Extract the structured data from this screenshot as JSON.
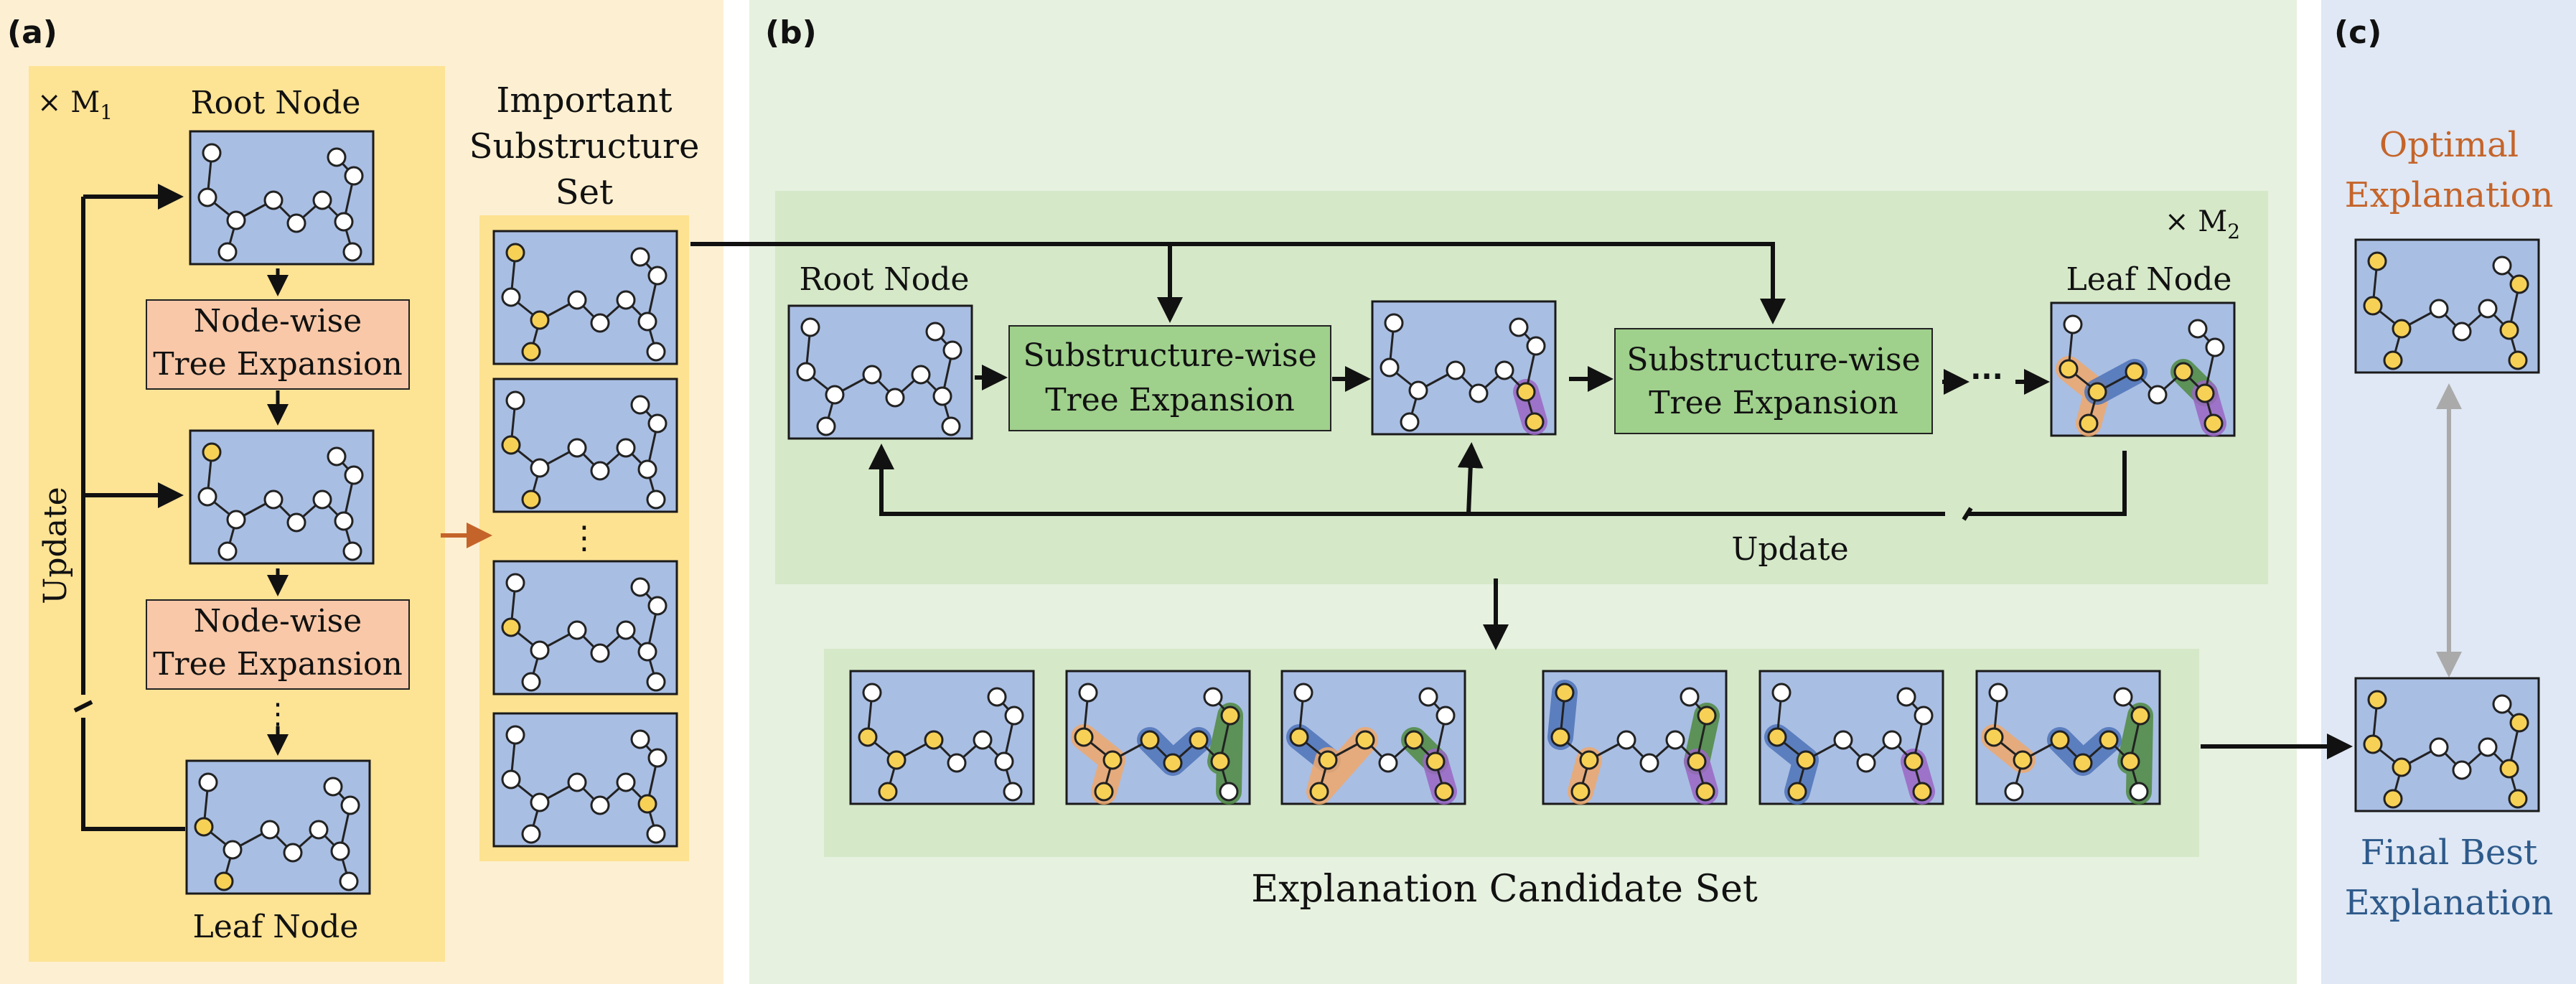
{
  "panels": {
    "a": {
      "label": "(a)",
      "multiplier": "× M",
      "multiplier_sub": "1",
      "root_node": "Root Node",
      "leaf_node": "Leaf Node",
      "expansion_line1": "Node-wise",
      "expansion_line2": "Tree Expansion",
      "update": "Update",
      "set_title_line1": "Important",
      "set_title_line2": "Substructure",
      "set_title_line3": "Set"
    },
    "b": {
      "label": "(b)",
      "multiplier": "× M",
      "multiplier_sub": "2",
      "root_node": "Root Node",
      "leaf_node": "Leaf Node",
      "expansion_line1": "Substructure-wise",
      "expansion_line2": "Tree Expansion",
      "update": "Update",
      "candidate_set": "Explanation Candidate Set"
    },
    "c": {
      "label": "(c)",
      "optimal_line1": "Optimal",
      "optimal_line2": "Explanation",
      "final_line1": "Final  Best",
      "final_line2": "Explanation"
    }
  },
  "colors": {
    "panel_a_bg": "#fdf0d2",
    "panel_a_inner": "#fde08a",
    "panel_b_bg": "#e6f1df",
    "panel_b_inner": "#d5e8c8",
    "panel_c_bg": "#dfe8f4",
    "graph_box": "#a9bee3",
    "expansion_a": "#f8c8a8",
    "expansion_b": "#9fd08c",
    "node_yellow": "#f7d156",
    "orange_text": "#c5642a",
    "blue_text": "#2e5a8b",
    "hl_orange": "#f0a86a",
    "hl_blue": "#4e73b9",
    "hl_green": "#4f8a3f",
    "hl_purple": "#9a66c4"
  }
}
